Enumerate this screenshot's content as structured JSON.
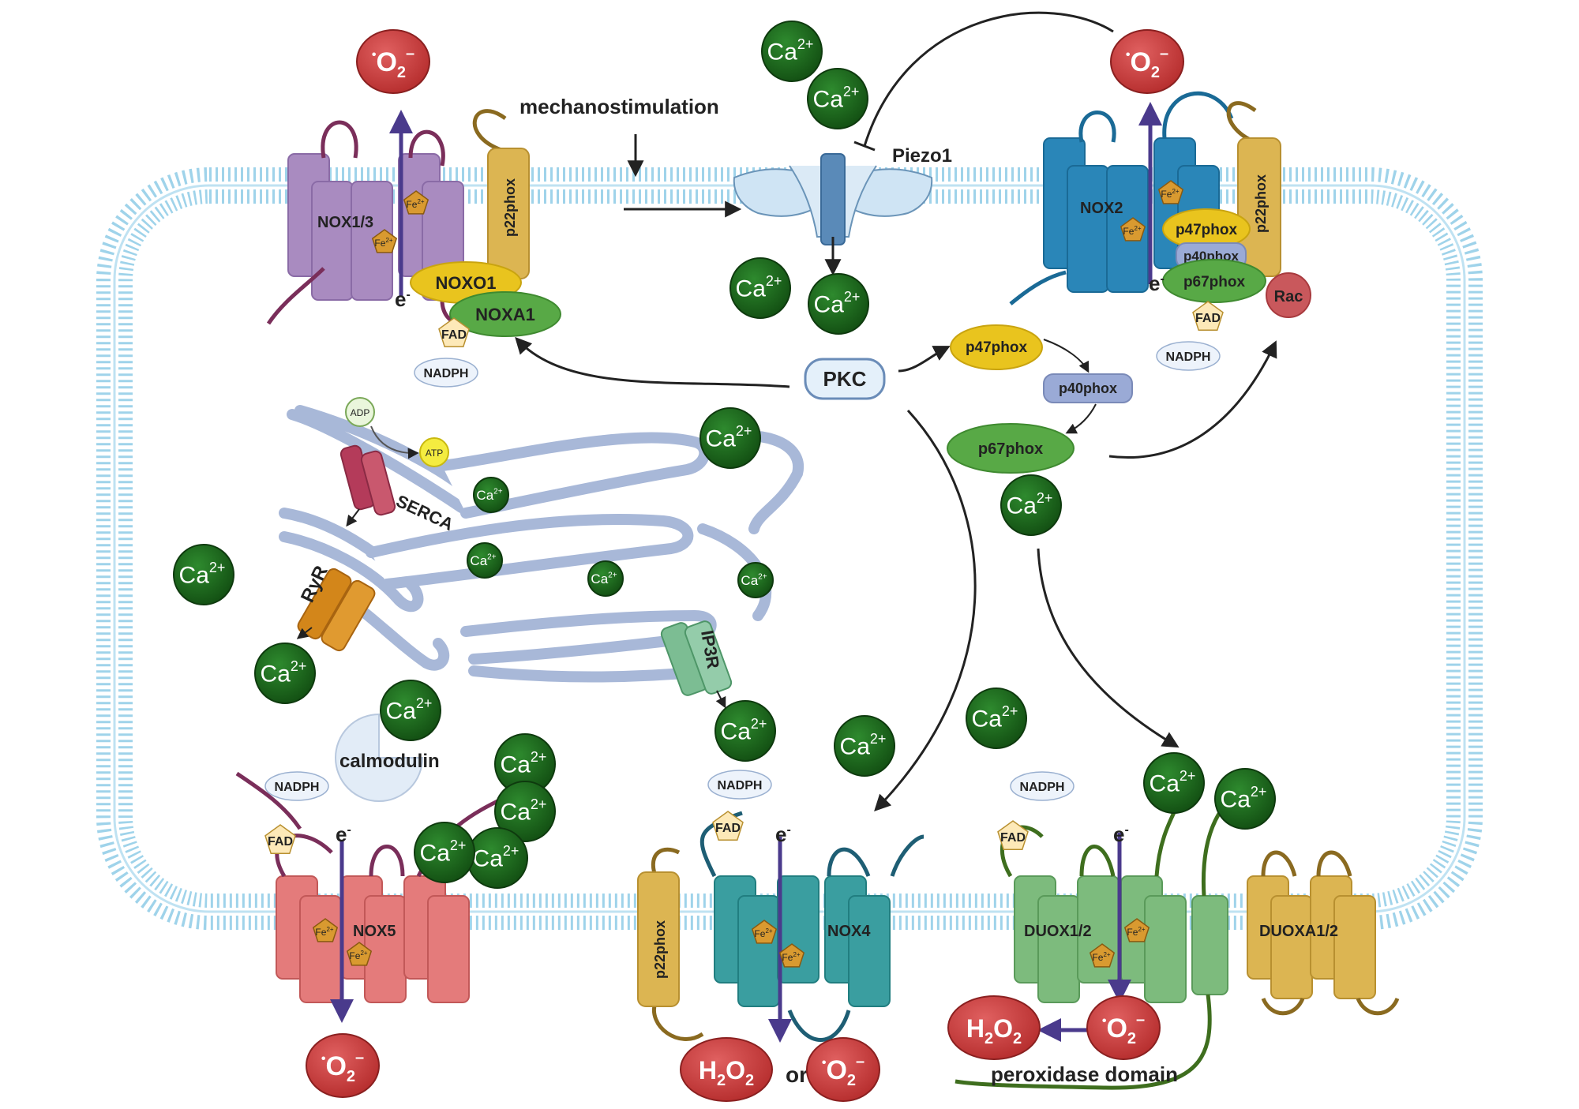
{
  "labels": {
    "mechanostimulation": "mechanostimulation",
    "piezo1": "Piezo1",
    "pkc": "PKC",
    "calmodulin": "calmodulin",
    "serca": "SERCA",
    "ryr": "RyR",
    "ip3r": "IP3R",
    "adp": "ADP",
    "atp": "ATP",
    "or": "or",
    "peroxidase": "peroxidase domain",
    "electron": "e"
  },
  "ions": {
    "calcium": "Ca",
    "calcium_charge": "2+",
    "iron": "Fe",
    "iron_charge": "2+"
  },
  "species": {
    "superoxide_main": "O",
    "superoxide_sub": "2",
    "superoxide_sup": "–",
    "radical_dot": "•",
    "h2o2_h": "H",
    "h2o2_sub": "2",
    "h2o2_o": "O",
    "h2o2_sub2": "2"
  },
  "enzymes": {
    "nox13": "NOX1/3",
    "nox2": "NOX2",
    "nox4": "NOX4",
    "nox5": "NOX5",
    "duox12": "DUOX1/2",
    "duoxa12": "DUOXA1/2"
  },
  "subunits": {
    "p22phox": "p22phox",
    "noxo1": "NOXO1",
    "noxa1": "NOXA1",
    "p47phox": "p47phox",
    "p40phox": "p40phox",
    "p67phox": "p67phox",
    "rac": "Rac",
    "fad": "FAD",
    "nadph": "NADPH"
  },
  "colors": {
    "membrane": "#9fd3ea",
    "calcium": "#1e6b1e",
    "ros": "#d24b4b",
    "nox13": "#a98bc0",
    "nox2": "#2a86b8",
    "nox4": "#3a9ea0",
    "nox5": "#e47b7b",
    "duox": "#7dbb7d",
    "p22": "#dcb552",
    "arrow_electron": "#4a3a8c"
  }
}
